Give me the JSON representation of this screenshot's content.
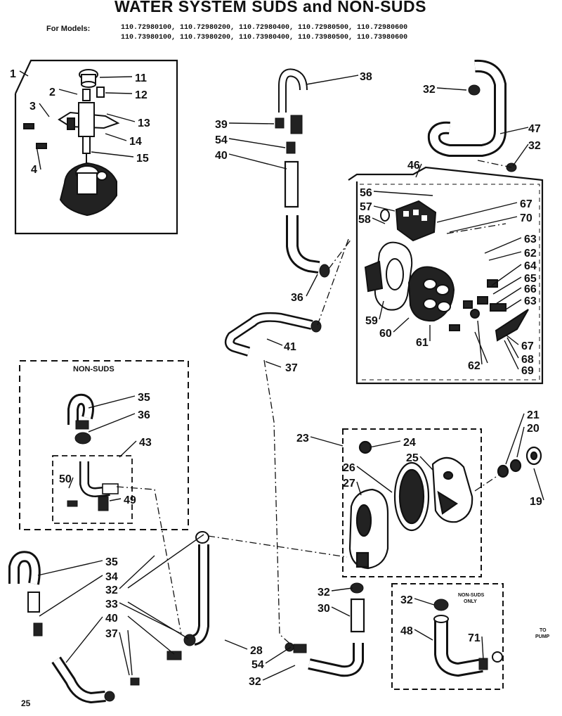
{
  "header": {
    "title": "WATER SYSTEM SUDS and NON-SUDS",
    "models_label": "For Models:",
    "models_line1": "110.72980100, 110.72980200, 110.72980400, 110.72980500, 110.72980600",
    "models_line2": "110.73980100, 110.73980200, 110.73980400, 110.73980500, 110.73980600"
  },
  "boxes": {
    "non_suds": "NON-SUDS",
    "non_suds_only_line1": "NON-SUDS",
    "non_suds_only_line2": "ONLY",
    "to_pump_line1": "TO",
    "to_pump_line2": "PUMP"
  },
  "page_number": "25",
  "callouts": [
    "1",
    "2",
    "3",
    "4",
    "11",
    "12",
    "13",
    "14",
    "15",
    "38",
    "39",
    "54",
    "40",
    "36",
    "41",
    "37",
    "46",
    "32",
    "47",
    "32",
    "56",
    "57",
    "58",
    "67",
    "70",
    "63",
    "62",
    "64",
    "65",
    "66",
    "63",
    "59",
    "60",
    "61",
    "62",
    "67",
    "68",
    "69",
    "35",
    "36",
    "43",
    "50",
    "49",
    "23",
    "24",
    "25",
    "26",
    "27",
    "21",
    "20",
    "19",
    "35",
    "34",
    "32",
    "33",
    "40",
    "37",
    "28",
    "54",
    "32",
    "32",
    "30",
    "32",
    "48",
    "71"
  ]
}
